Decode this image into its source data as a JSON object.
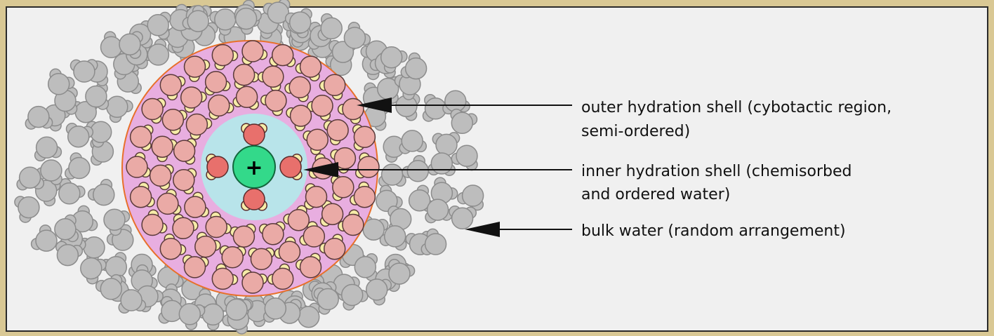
{
  "ion": {
    "symbol": "+"
  },
  "labels": {
    "outer_line1": "outer hydration shell (cybotactic region,",
    "outer_line2": "semi-ordered)",
    "inner_line1": "inner hydration shell (chemisorbed",
    "inner_line2": "and ordered water)",
    "bulk": "bulk water (random arrangement)"
  },
  "colors": {
    "bulk_water": "#bdbdbd",
    "outer_shell_fill": "#e8aee0",
    "outer_shell_border": "#e8702a",
    "outer_oxygen": "#eaaaa6",
    "hydrogen": "#f6eca8",
    "inner_shell_fill": "#b8e4ea",
    "inner_oxygen": "#e8706c",
    "ion_fill": "#33d98a",
    "ion_border": "#12663c"
  }
}
